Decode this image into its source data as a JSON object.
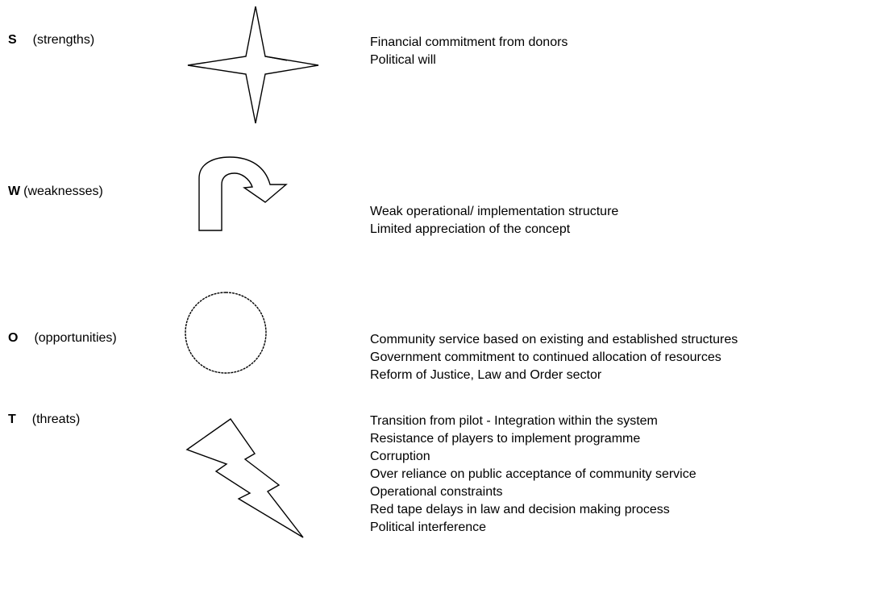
{
  "swot": {
    "strengths": {
      "letter": "S",
      "label": "(strengths)",
      "icon": "four-point-star-icon",
      "items": [
        "Financial commitment from donors",
        "Political will"
      ]
    },
    "weaknesses": {
      "letter": "W",
      "label": "(weaknesses)",
      "icon": "u-turn-arrow-icon",
      "items": [
        "Weak operational/ implementation structure",
        "Limited appreciation of the concept"
      ]
    },
    "opportunities": {
      "letter": "O",
      "label": "(opportunities)",
      "icon": "circle-icon",
      "items": [
        "Community service based on existing and established structures",
        "Government commitment to continued allocation of resources",
        "Reform of Justice, Law and Order sector"
      ]
    },
    "threats": {
      "letter": "T",
      "label": "(threats)",
      "icon": "lightning-bolt-icon",
      "items": [
        "Transition from pilot - Integration within the system",
        "Resistance of players to implement programme",
        "Corruption",
        "Over reliance on public acceptance of community service",
        "Operational constraints",
        "Red tape delays in law and decision making process",
        "Political interference"
      ]
    }
  }
}
